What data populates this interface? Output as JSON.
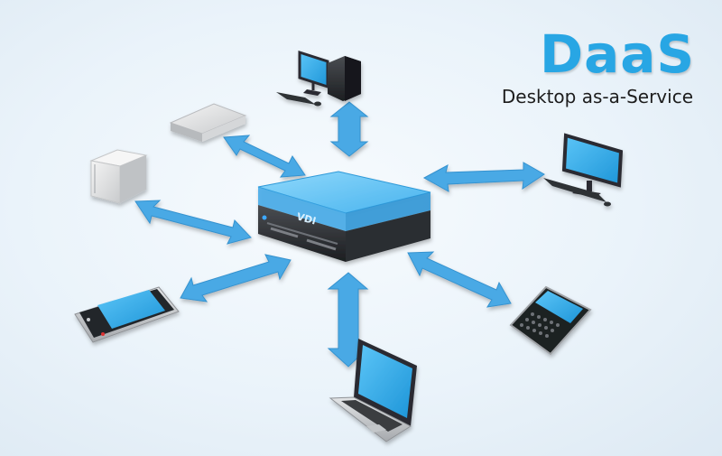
{
  "brand": {
    "title": "DaaS",
    "subtitle": "Desktop as-a-Service"
  },
  "hub": {
    "label": "VDI"
  },
  "colors": {
    "arrow": "#4aa9e5",
    "screen": "#29a8ec",
    "title": "#28a6e4"
  }
}
